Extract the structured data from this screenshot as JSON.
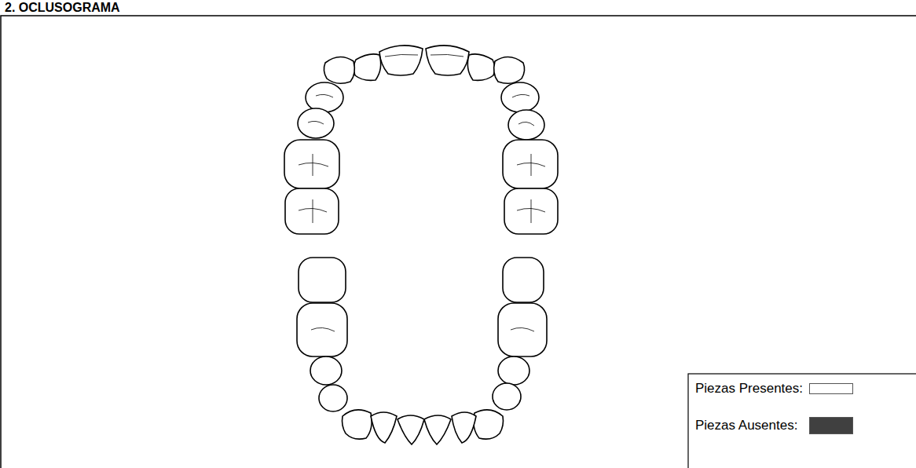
{
  "diagram": {
    "title": "2. OCLUSOGRAMA",
    "legend": [
      {
        "text": "Piezas Presentes:",
        "color": "#ffffff"
      },
      {
        "text": "Piezas Ausentes:",
        "color": "#404040"
      }
    ]
  }
}
